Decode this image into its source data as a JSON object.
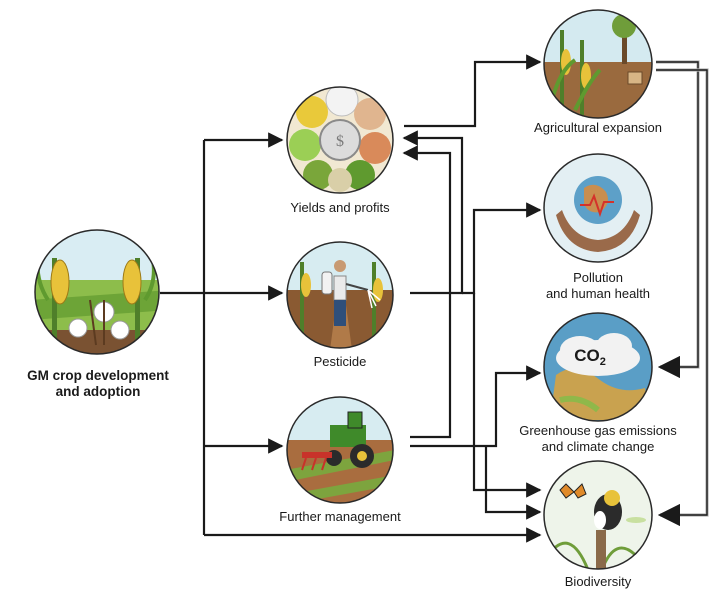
{
  "nodes": {
    "gm": {
      "line1": "GM crop development",
      "line2": "and adoption"
    },
    "yields": {
      "label": "Yields and profits"
    },
    "pesticide": {
      "label": "Pesticide"
    },
    "management": {
      "label": "Further management"
    },
    "expansion": {
      "label": "Agricultural expansion"
    },
    "pollution": {
      "line1": "Pollution",
      "line2": "and human health"
    },
    "ghg": {
      "line1": "Greenhouse gas emissions",
      "line2": "and climate change",
      "badge_main": "CO",
      "badge_sub": "2"
    },
    "biodiversity": {
      "label": "Biodiversity"
    }
  },
  "icons": {
    "gm": "corn-cotton-field-icon",
    "yields": "coin-and-commodities-icon",
    "pesticide": "farmer-spraying-icon",
    "management": "tractor-icon",
    "expansion": "deforestation-field-icon",
    "pollution": "hands-holding-earth-icon",
    "ghg": "earth-co2-cloud-icon",
    "biodiversity": "bird-butterfly-icon"
  },
  "colors": {
    "arrow": "#1a1a1a",
    "arrow_gray": "#b5b5b5",
    "circle_border": "#2a2a2a",
    "sky": "#cfe6ef",
    "field_green": "#6fa83a",
    "soil": "#8a5a32",
    "corn_yellow": "#e7b92a"
  }
}
